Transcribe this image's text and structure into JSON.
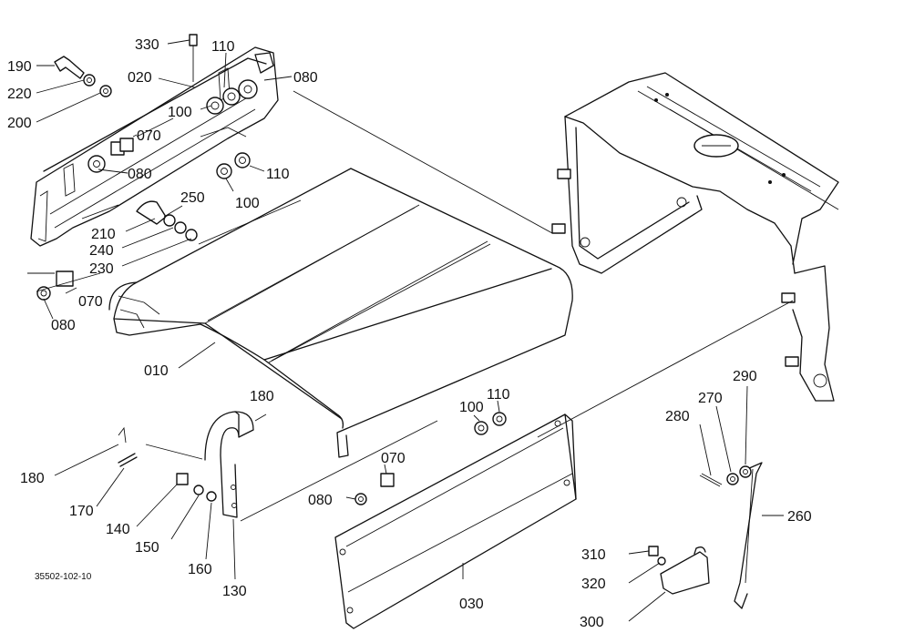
{
  "drawing_ref": "35502-102-10",
  "labels": {
    "l330": "330",
    "l110a": "110",
    "l190": "190",
    "l220": "220",
    "l020": "020",
    "l080a": "080",
    "l200": "200",
    "l100a": "100",
    "l070a": "070",
    "l080b": "080",
    "l110b": "110",
    "l100b": "100",
    "l250": "250",
    "l210": "210",
    "l240": "240",
    "l230": "230",
    "l070b": "070",
    "l080c": "080",
    "l010": "010",
    "l180a": "180",
    "l180b": "180",
    "l170": "170",
    "l140": "140",
    "l150": "150",
    "l160": "160",
    "l130": "130",
    "l100c": "100",
    "l110c": "110",
    "l070c": "070",
    "l080d": "080",
    "l030": "030",
    "l290": "290",
    "l270": "270",
    "l280": "280",
    "l260": "260",
    "l310": "310",
    "l320": "320",
    "l300": "300"
  }
}
